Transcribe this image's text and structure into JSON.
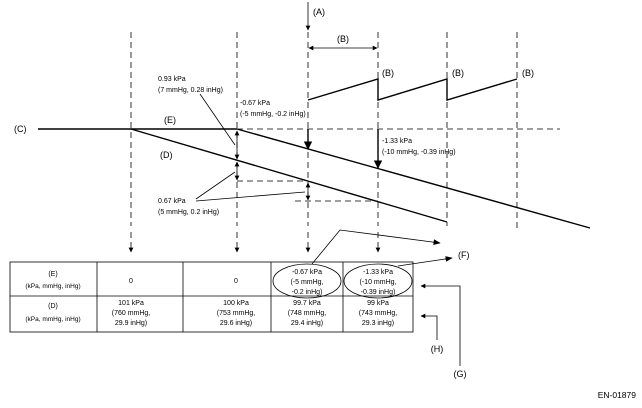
{
  "colors": {
    "ink": "#000000",
    "background": "#ffffff"
  },
  "labels": {
    "a": "(A)",
    "b_span": "(B)",
    "b1": "(B)",
    "b2": "(B)",
    "b3": "(B)",
    "c": "(C)",
    "d": "(D)",
    "e": "(E)",
    "f": "(F)",
    "g": "(G)",
    "h": "(H)"
  },
  "annotations": {
    "p093": {
      "line1": "0.93 kPa",
      "line2": "(7 mmHg, 0.28 inHg)"
    },
    "m067": {
      "line1": "-0.67 kPa",
      "line2": "(-5 mmHg, -0.2 inHg)"
    },
    "m133": {
      "line1": "-1.33 kPa",
      "line2": "(-10 mmHg, -0.39 inHg)"
    },
    "p067": {
      "line1": "0.67 kPa",
      "line2": "(5 mmHg, 0.2 inHg)"
    }
  },
  "table": {
    "rows": [
      {
        "label": "(E)",
        "unit": "(kPa, mmHg, inHg)",
        "cells": [
          [
            "0"
          ],
          [
            "0"
          ],
          [
            "-0.67 kPa",
            "(-5 mmHg,",
            "-0.2 inHg)"
          ],
          [
            "-1.33 kPa",
            "(-10 mmHg,",
            "-0.39 inHg)"
          ]
        ]
      },
      {
        "label": "(D)",
        "unit": "(kPa, mmHg, inHg)",
        "cells": [
          [
            "101 kPa",
            "(760 mmHg,",
            "29.9 inHg)"
          ],
          [
            "100 kPa",
            "(753 mmHg,",
            "29.6 inHg)"
          ],
          [
            "99.7 kPa",
            "(748 mmHg,",
            "29.4 inHg)"
          ],
          [
            "99 kPa",
            "(743 mmHg,",
            "29.3 inHg)"
          ]
        ]
      }
    ]
  },
  "figure_id": "EN-01879"
}
